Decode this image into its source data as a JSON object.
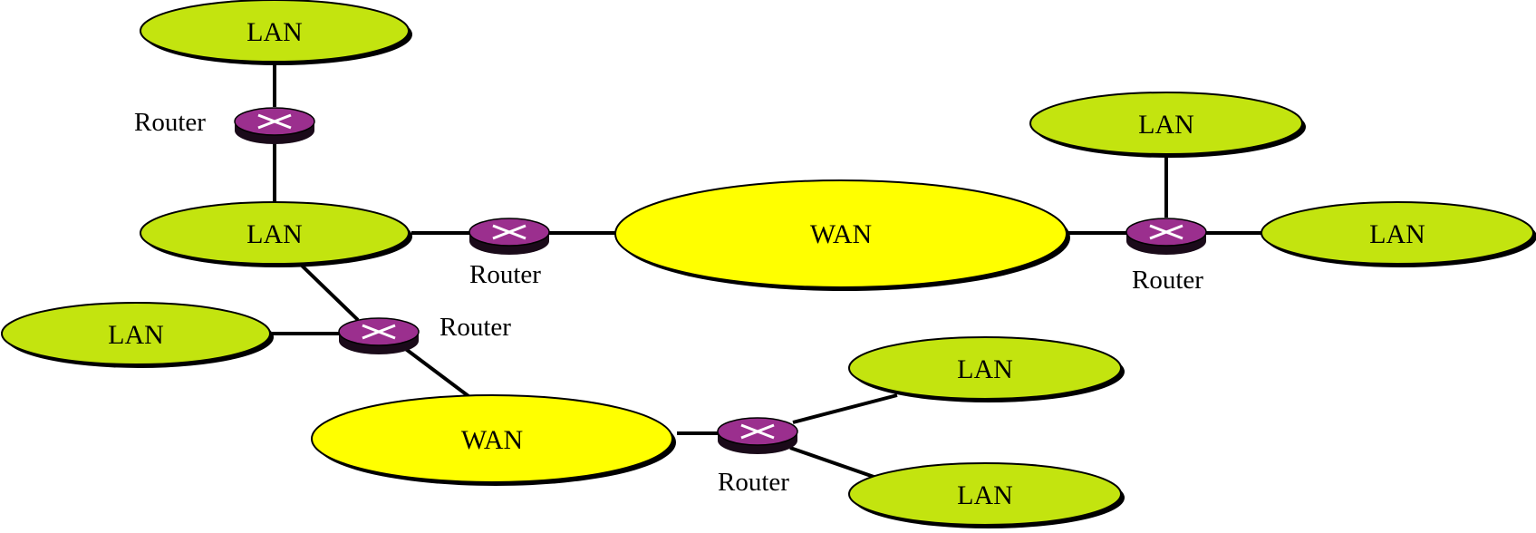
{
  "diagram": {
    "colors": {
      "lan_fill": "#c3e40f",
      "wan_fill": "#ffff00",
      "router_top": "#9b2f8e",
      "router_base": "#1a0a19",
      "router_cross": "#ffffff",
      "outline": "#000000"
    },
    "networks": [
      {
        "id": "lan-top-left",
        "type": "LAN",
        "label": "LAN"
      },
      {
        "id": "lan-mid-left",
        "type": "LAN",
        "label": "LAN"
      },
      {
        "id": "lan-far-left",
        "type": "LAN",
        "label": "LAN"
      },
      {
        "id": "wan-center",
        "type": "WAN",
        "label": "WAN"
      },
      {
        "id": "wan-bottom",
        "type": "WAN",
        "label": "WAN"
      },
      {
        "id": "lan-top-right",
        "type": "LAN",
        "label": "LAN"
      },
      {
        "id": "lan-right",
        "type": "LAN",
        "label": "LAN"
      },
      {
        "id": "lan-bottom-right-upper",
        "type": "LAN",
        "label": "LAN"
      },
      {
        "id": "lan-bottom-right-lower",
        "type": "LAN",
        "label": "LAN"
      }
    ],
    "routers": [
      {
        "id": "router-1",
        "label": "Router",
        "icon": "router-icon"
      },
      {
        "id": "router-2",
        "label": "Router",
        "icon": "router-icon"
      },
      {
        "id": "router-3",
        "label": "Router",
        "icon": "router-icon"
      },
      {
        "id": "router-4",
        "label": "Router",
        "icon": "router-icon"
      },
      {
        "id": "router-5",
        "label": "Router",
        "icon": "router-icon"
      }
    ]
  }
}
